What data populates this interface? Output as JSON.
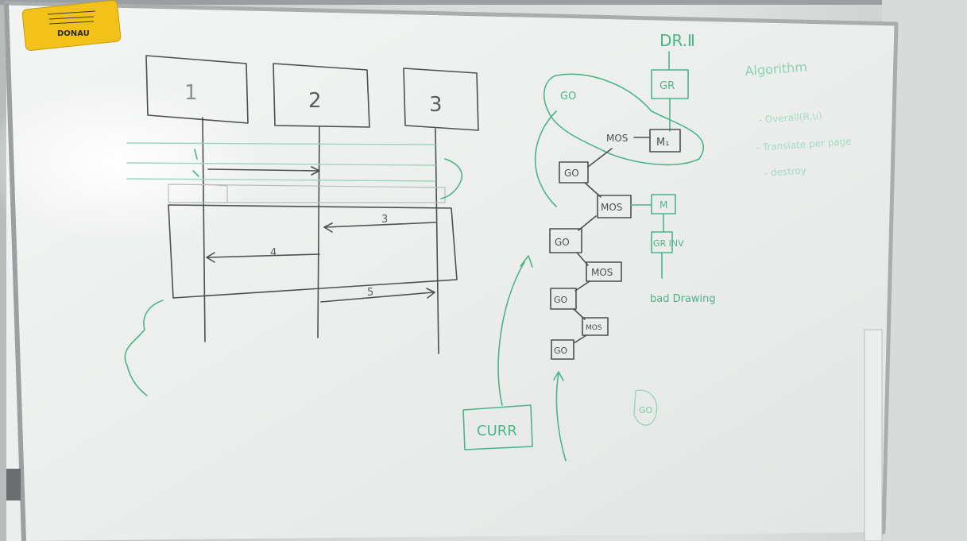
{
  "scene": {
    "description_colors": {
      "board": "#f2f3f2",
      "frame": "#9aa0a2",
      "marker_black": "#4d4f52",
      "marker_green": "#4bb58a",
      "sign_yellow": "#f2c21a"
    }
  },
  "sign": {
    "brand": "DONAU"
  },
  "board_text": {
    "box1": "1",
    "box2": "2",
    "box3": "3",
    "dr": "DR.Ⅱ",
    "gr_top": "GR",
    "go_top": "GO",
    "mos1": "MOS",
    "m1": "M₁",
    "go2": "GO",
    "mos2": "MOS",
    "m_green": "M",
    "go3": "GO",
    "gr_inv": "GR INV",
    "mos3": "MOS",
    "go4": "GO",
    "mos4": "MOS",
    "go5": "GO",
    "bad_drawing": "bad Drawing",
    "curr": "CURR",
    "go_small": "GO",
    "algo_title": "Algorithm",
    "algo_line1": "- Overall(R,u)",
    "algo_line2": "- Translate per page",
    "algo_line3": "- destroy",
    "num4": "4",
    "num5": "5",
    "num3": "3"
  }
}
